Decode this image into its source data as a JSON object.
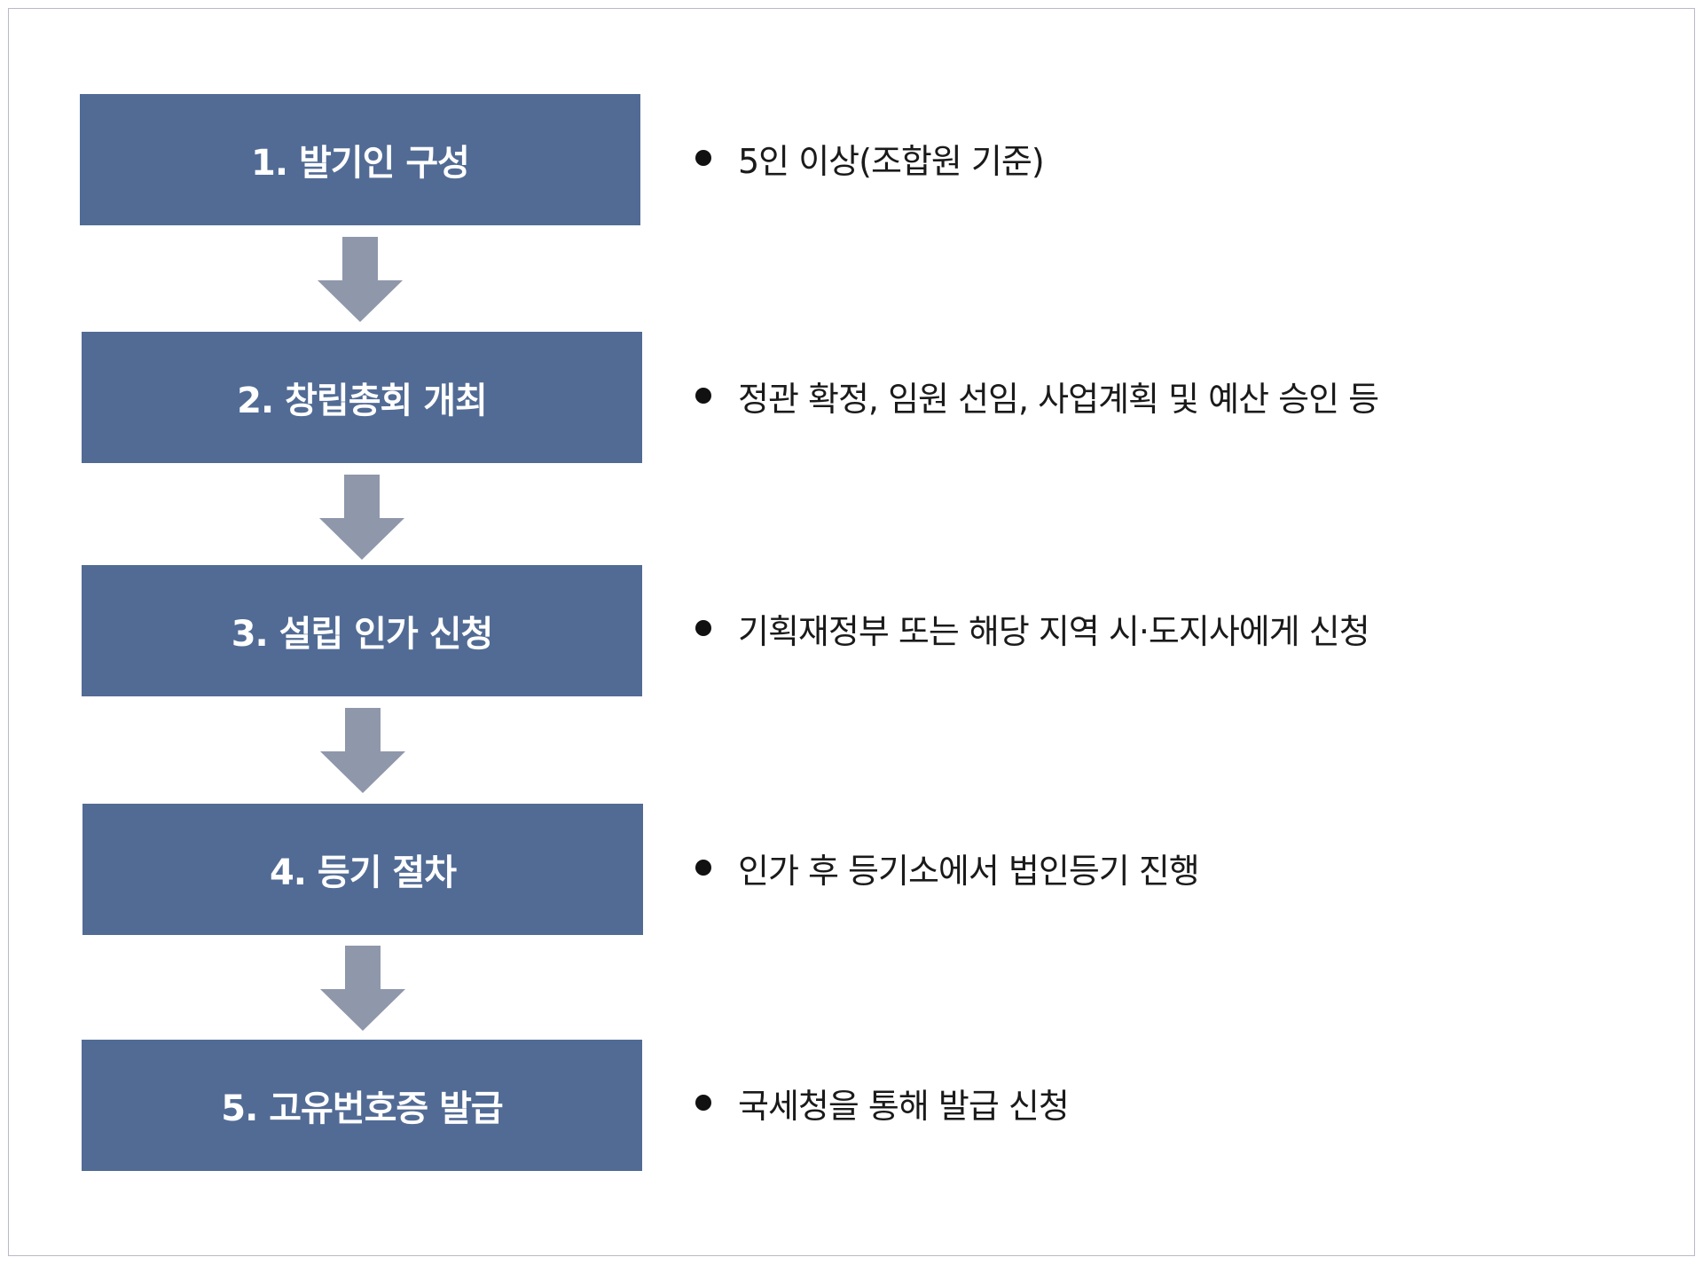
{
  "steps": [
    {
      "label": "1. 발기인 구성",
      "description": "5인 이상(조합원 기준)"
    },
    {
      "label": "2. 창립총회 개최",
      "description": "정관 확정, 임원 선임, 사업계획 및 예산 승인 등"
    },
    {
      "label": "3. 설립 인가 신청",
      "description": "기획재정부 또는 해당 지역 시·도지사에게 신청"
    },
    {
      "label": "4. 등기 절차",
      "description": "인가 후 등기소에서 법인등기 진행"
    },
    {
      "label": "5. 고유번호증 발급",
      "description": "국세청을 통해 발급 신청"
    }
  ],
  "colors": {
    "step_box": "#516b95",
    "arrow": "#8f97ab",
    "bullet": "#111111",
    "frame_border": "#b9b9c8"
  }
}
